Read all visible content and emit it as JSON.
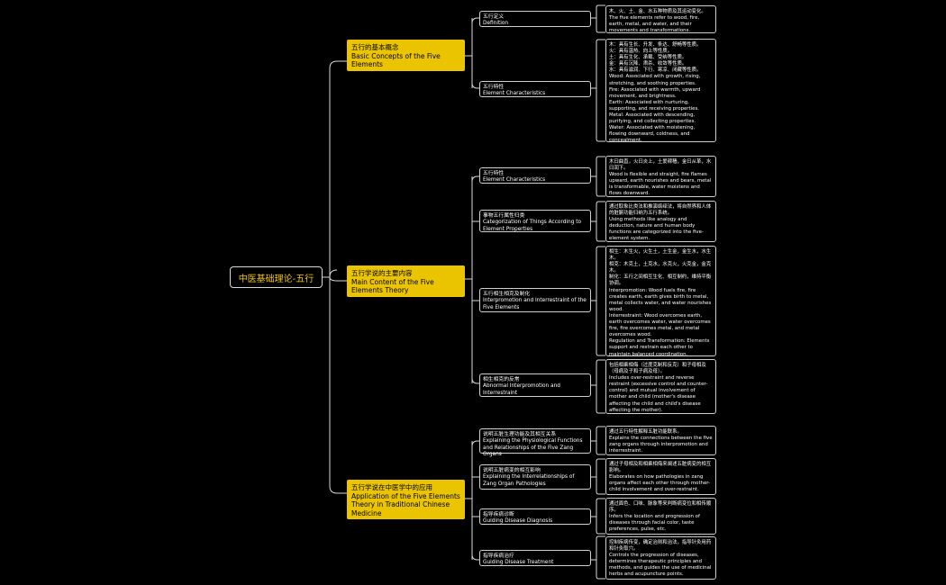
{
  "root": "中医基础理论-五行",
  "sections": [
    {
      "title_cn": "五行的基本概念",
      "title_en": "Basic Concepts of the Five Elements",
      "children": [
        {
          "cn": "五行定义",
          "en": "Definition",
          "leaf": [
            "木、火、土、金、水五种物质及其运动变化。",
            "The five elements refer to wood, fire, earth, metal, and water, and their movements and transformations."
          ]
        },
        {
          "cn": "五行特性",
          "en": "Element Characteristics",
          "leaf": [
            "木：具有生长、升发、条达、舒畅等性质。",
            "火：具有温热、向上等性质。",
            "土：具有生化、承载、受纳等性质。",
            "金：具有沉降、肃杀、收敛等性质。",
            "水：具有滋润、下行、寒凉、闭藏等性质。",
            "Wood: Associated with growth, rising, stretching, and soothing properties.",
            "Fire: Associated with warmth, upward movement, and brightness.",
            "Earth: Associated with nurturing, supporting, and receiving properties.",
            "Metal: Associated with descending, purifying, and collecting properties.",
            "Water: Associated with moistening, flowing downward, coldness, and concealment."
          ]
        }
      ]
    },
    {
      "title_cn": "五行学说的主要内容",
      "title_en": "Main Content of the Five Elements Theory",
      "children": [
        {
          "cn": "五行特性",
          "en": "Element Characteristics",
          "leaf": [
            "木曰曲直，火曰炎上，土爰稼穑，金曰从革，水曰润下。",
            "Wood is flexible and straight, fire flames upward, earth nourishes and bears, metal is transformable, water moistens and flows downward."
          ]
        },
        {
          "cn": "事物五行属性归类",
          "en": "Categorization of Things According to Element Properties",
          "leaf": [
            "通过取象比类法和推演络绎法，将自然界和人体的脏腑功能归纳为五行系统。",
            "Using methods like analogy and deduction, nature and human body functions are categorized into the five-element system."
          ]
        },
        {
          "cn": "五行相生相克及制化",
          "en": "Interpromotion and Interrestraint of the Five Elements",
          "leaf": [
            "相生：木生火，火生土，土生金，金生水，水生木。",
            "相克：木克土，土克水，水克火，火克金，金克木。",
            "制化：五行之间相互生化、相互制约，维持平衡协调。",
            "Interpromotion: Wood fuels fire, fire creates earth, earth gives birth to metal, metal collects water, and water nourishes wood.",
            "Interrestraint: Wood overcomes earth, earth overcomes water, water overcomes fire, fire overcomes metal, and metal overcomes wood.",
            "Regulation and Transformation: Elements support and restrain each other to maintain balanced coordination."
          ]
        },
        {
          "cn": "相生相克的反常",
          "en": "Abnormal Interpromotion and Interrestraint",
          "leaf": [
            "包括相乘相侮（过度克制和反克）和子母相及（母病及子和子病及母）。",
            "Includes over-restraint and reverse restraint (excessive control and counter-control) and mutual involvement of mother and child (mother's disease affecting the child and child's disease affecting the mother)."
          ]
        }
      ]
    },
    {
      "title_cn": "五行学说在中医学中的应用",
      "title_en": "Application of the Five Elements Theory in Traditional Chinese Medicine",
      "children": [
        {
          "cn": "说明五脏生理功能及其相互关系",
          "en": "Explaining the Physiological Functions and Relationships of the Five Zang Organs",
          "leaf": [
            "通过五行特性解释五脏功能联系。",
            "Explains the connections between the five zang organs through interpromotion and interrestraint."
          ]
        },
        {
          "cn": "说明五脏病变的相互影响",
          "en": "Explaining the Interrelationships of Zang Organ Pathologies",
          "leaf": [
            "通过子母相及和相乘相侮来阐述五脏病变的相互影响。",
            "Elaborates on how pathologies in zang organs affect each other through mother-child involvement and over-restraint."
          ]
        },
        {
          "cn": "指导疾病诊断",
          "en": "Guiding Disease Diagnosis",
          "leaf": [
            "通过面色、口味、脉象等来判断病变位和相传顺序。",
            "Infers the location and progression of diseases through facial color, taste preferences, pulse, etc."
          ]
        },
        {
          "cn": "指导疾病治疗",
          "en": "Guiding Disease Treatment",
          "leaf": [
            "控制疾病传变，确定治则和治法，指导针灸用药和针灸取穴。",
            "Controls the progression of diseases, determines therapeutic principles and methods, and guides the use of medicinal herbs and acupuncture points."
          ]
        }
      ]
    }
  ]
}
